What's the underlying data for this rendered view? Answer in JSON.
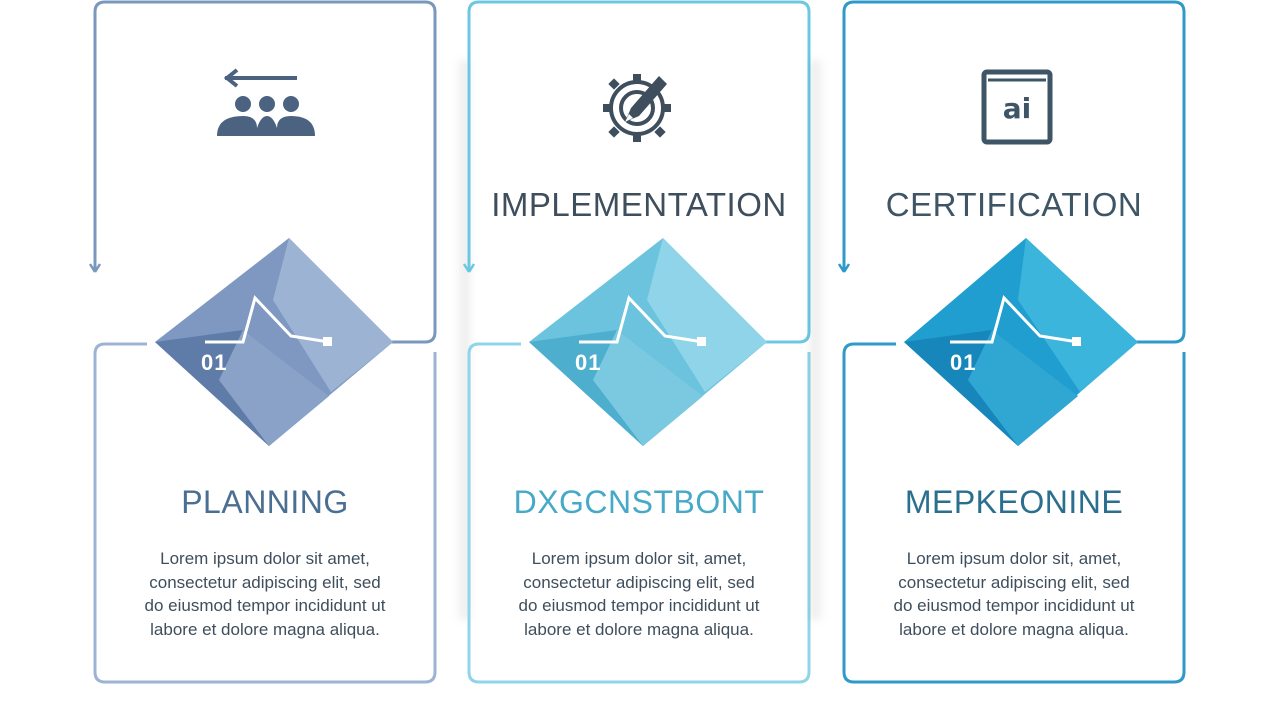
{
  "columns": [
    {
      "icon": "team-arrow-icon",
      "top_title": "",
      "number": "01",
      "bottom_title": "PLANNING",
      "body_lines": [
        "Lorem ipsum dolor sit amet,",
        "consectetur adipiscing elit, sed",
        "do eiusmod tempor incididunt ut",
        "labore et dolore magna aliqua."
      ],
      "colors": {
        "frame": "#7a98bc",
        "diamond_light": "#9cb3d4",
        "diamond_mid": "#7e98c1",
        "diamond_dark": "#5f7ba8",
        "title": "#4b6e93",
        "icon": "#4b6380"
      }
    },
    {
      "icon": "gear-pencil-icon",
      "top_title": "IMPLEMENTATION",
      "number": "01",
      "bottom_title": "DXGCNSTBONT",
      "body_lines": [
        "Lorem ipsum dolor sit, amet,",
        "consectetur adipiscing elit, sed",
        "do eiusmod tempor incididunt ut",
        "labore et dolore magna aliqua."
      ],
      "colors": {
        "frame": "#6cc8e2",
        "diamond_light": "#8fd4e8",
        "diamond_mid": "#6cc3de",
        "diamond_dark": "#4daecd",
        "title": "#47a9c8",
        "icon": "#3e4e5c"
      }
    },
    {
      "icon": "certificate-icon",
      "top_title": "CERTIFICATION",
      "number": "01",
      "bottom_title": "MEPKEONINE",
      "body_lines": [
        "Lorem ipsum dolor sit, amet,",
        "consectetur adipiscing elit, sed",
        "do eiusmod tempor incididunt ut",
        "labore et dolore magna aliqua."
      ],
      "colors": {
        "frame": "#2f9ac9",
        "diamond_light": "#3cb5dd",
        "diamond_mid": "#1f9ecf",
        "diamond_dark": "#1786ba",
        "title": "#2b6f8f",
        "icon": "#3e5566"
      }
    }
  ]
}
